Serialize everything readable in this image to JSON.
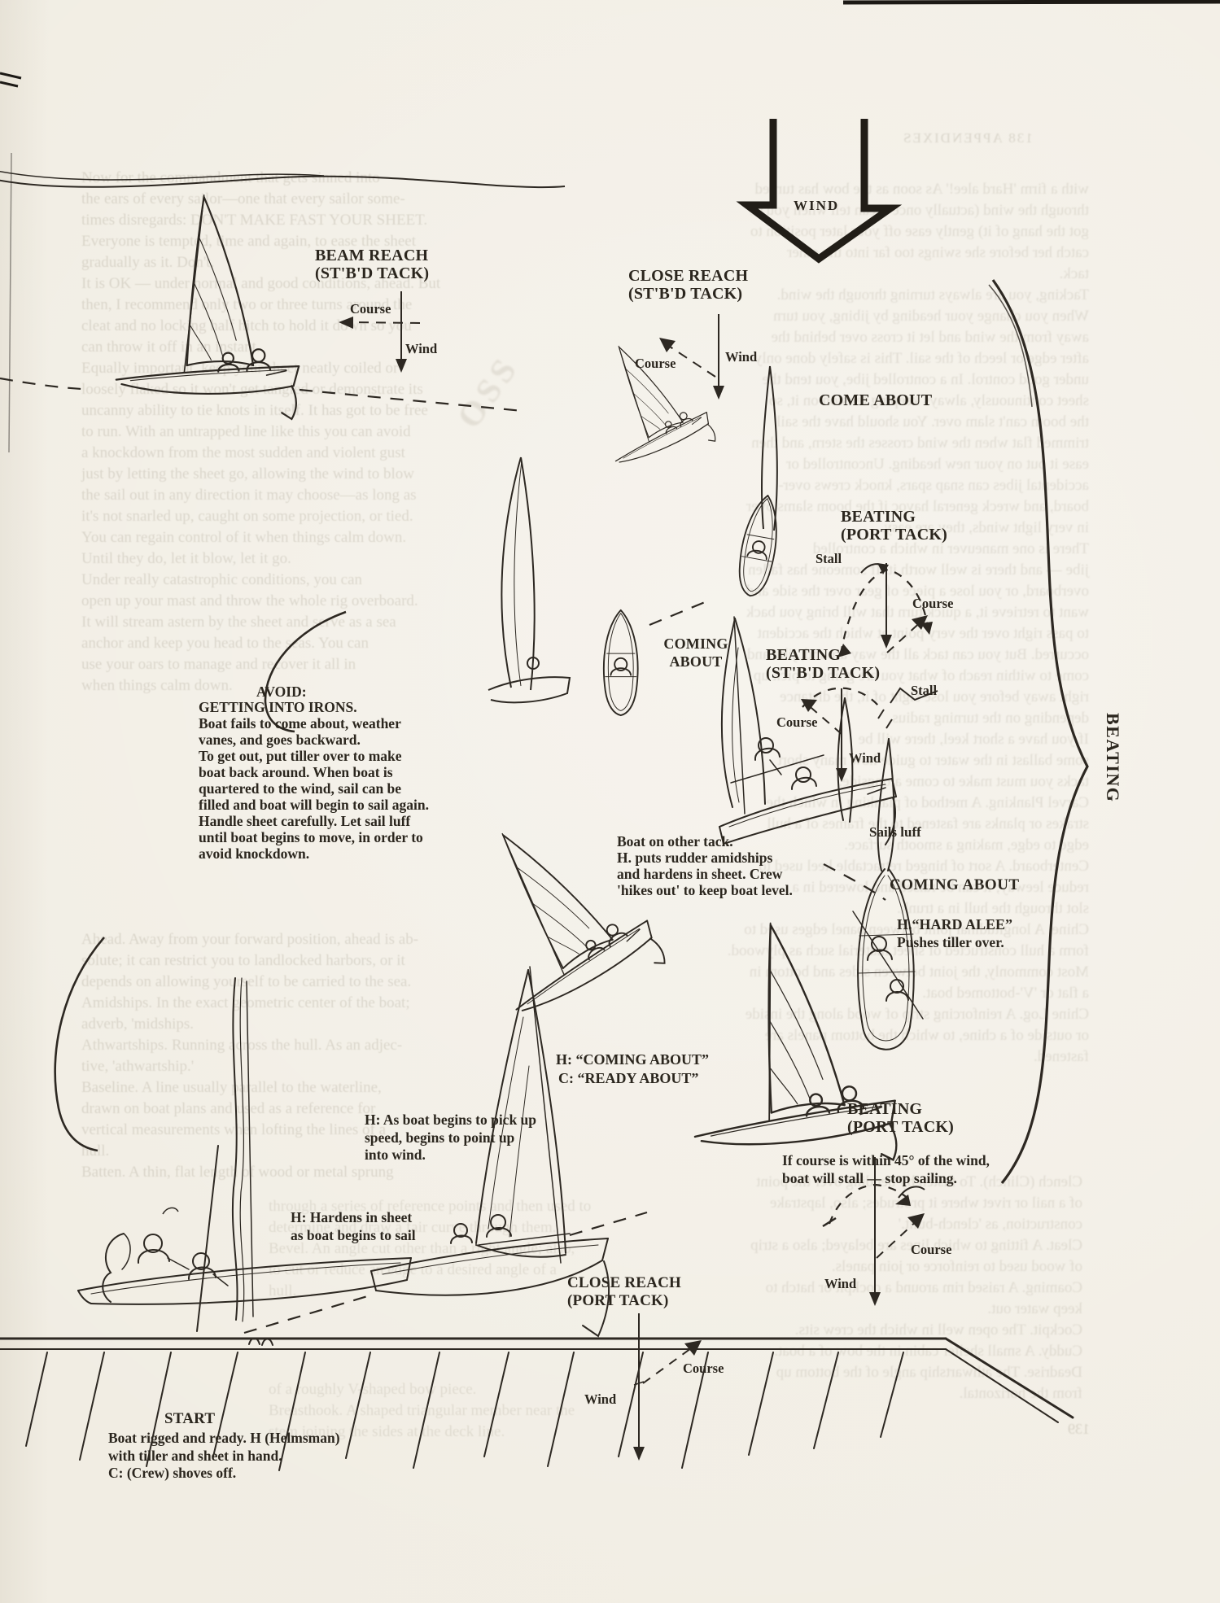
{
  "page": {
    "paper_color": "#f1ede3",
    "ink_color": "#2b261e"
  },
  "labels": {
    "wind_big": "WIND",
    "beam_reach_title": "BEAM REACH\n(ST'B'D TACK)",
    "beam_course": "Course",
    "beam_wind": "Wind",
    "close_reach_sb_title": "CLOSE REACH\n(ST'B'D TACK)",
    "crsb_course": "Course",
    "crsb_wind": "Wind",
    "come_about": "COME ABOUT",
    "beating_port_title": "BEATING\n(PORT TACK)",
    "bp_stall": "Stall",
    "bp_course": "Course",
    "beating_sb_title": "BEATING\n(ST'B'D TACK)",
    "bs_stall": "Stall",
    "bs_course": "Course",
    "bs_wind": "Wind",
    "coming_about_mid": "COMING\nABOUT",
    "avoid_title": "AVOID:",
    "avoid_block": "GETTING INTO IRONS.\nBoat fails to come about, weather\nvanes, and goes backward.\nTo get out, put tiller over to make\nboat back around. When boat is\nquartered to the wind, sail can be\nfilled and boat will begin to sail again.\nHandle sheet carefully. Let sail luff\nuntil boat begins to move, in order to\navoid knockdown.",
    "other_tack_block": "Boat on other tack.\nH. puts rudder amidships\nand hardens in sheet. Crew\n'hikes out' to keep boat level.",
    "sails_luff": "Sails luff",
    "coming_about_right": "COMING ABOUT",
    "hard_alee_l1": "H.“HARD ALEE”",
    "hard_alee_l2": "Pushes tiller over.",
    "hc_l1": "H: “COMING ABOUT”",
    "hc_l2": "C: “READY ABOUT”",
    "beating_port2_title": "BEATING\n(PORT TACK)",
    "stall_note": "If course is within 45° of the wind,\nboat will stall — stop sailing.",
    "bp2_course": "Course",
    "bp2_wind": "Wind",
    "pickup_block": "H: As boat begins to pick up\nspeed, begins to point up\ninto wind.",
    "hardens_block": "H: Hardens in sheet\nas boat begins to sail",
    "close_reach_port_title": "CLOSE REACH\n(PORT TACK)",
    "crp_course": "Course",
    "crp_wind": "Wind",
    "start_title": "START",
    "start_block": "Boat rigged and ready. H (Helmsman)\nwith tiller and sheet in hand.\nC: (Crew) shoves off.",
    "beating_vertical": "BEATING"
  },
  "bleed": {
    "header": "138   APPENDIXES",
    "page_number": "139",
    "diagonal": "OSS",
    "left_col_1": [
      "Now for the commandment that gets sinned into",
      "the ears of every sailor—one that every sailor some-",
      "times disregards: DON'T MAKE FAST YOUR SHEET.",
      "Everyone is tempted, time and again, to ease the sheet",
      "gradually as it. Don't.",
      "It is OK — under normal and good conditions, ahead. But",
      "then, I recommend only two or three turns around the",
      "cleat and no locking half hitch to hold it down so you",
      "can throw it off in an instant.",
      "Equally important, keep your sheet neatly coiled or",
      "loosely flaked so it won't get tangled or demonstrate its",
      "uncanny ability to tie knots in itself. It has got to be free",
      "to run. With an untrapped line like this you can avoid",
      "a knockdown from the most sudden and violent gust",
      "just by letting the sheet go, allowing the wind to blow",
      "the sail out in any direction it may choose—as long as",
      "it's not snarled up, caught on some projection, or tied.",
      "You can regain control of it when things calm down.",
      "Until they do, let it blow, let it go.",
      "Under really catastrophic conditions, you can",
      "open up your mast and throw the whole rig overboard.",
      "It will stream astern by the sheet and serve as a sea",
      "anchor and keep you head to the seas. You can",
      "use your oars to manage and recover it all in",
      "when things calm down."
    ],
    "left_col_2": [
      "Ahead. Away from your forward position, ahead is ab-",
      "solute; it can restrict you to landlocked harbors, or it",
      "depends on allowing yourself to be carried to the sea.",
      "Amidships. In the exact geometric center of the boat;",
      "adverb, 'midships.",
      "Athwartships. Running across the hull. As an adjec-",
      "tive, 'athwartship.'",
      "Baseline. A line usually parallel to the waterline,",
      "drawn on boat plans and used as a reference for",
      "vertical measurements when lofting the lines of a",
      "hull.",
      "Batten. A thin, flat length of wood or metal sprung"
    ],
    "left_col_3": [
      "through a series of reference points and then used to",
      "determine and draw a fair curve through them.",
      "Bevel. An angle cut other than a right angle; also,",
      "to cut or reduce an edge to a desired angle of a",
      "hull."
    ],
    "left_col_4": [
      "of a roughly V-shaped bow piece.",
      "Breasthook. A shaped triangular member near the",
      "stem joining the sides at the deck line."
    ],
    "right_col_1": [
      "with a firm 'Hard alee!' As soon as the bow has turned",
      "through the wind (actually once it can tell when you've",
      "got the hang of it) gently ease off your later position to",
      "catch her before she swings too far into the other",
      "tack.",
      "Tacking, you are always turning through the wind.",
      "When you change your heading by jibing, you turn",
      "away from the wind and let it cross over behind the",
      "after edge or leech of the sail. This is safely done only",
      "under good control. In a controlled jibe, you tend the",
      "sheet continuously, always keeping tension on it, so",
      "the boom can't slam over. You should have the sail",
      "trimmed flat when the wind crosses the stern, and then",
      "ease it out on your new heading. Uncontrolled or",
      "accidental jibes can snap spars, knock crews over-",
      "board, and wreck general havoc if the boom slams over",
      "in very light winds, they are easy.",
      "There is one maneuver in which a controlled",
      "jibe — and there is well worth it. If someone has fallen",
      "overboard, or you lose a piece of gear over the side and",
      "want to retrieve it, a quick turn that will bring you back",
      "to pass right over the very point at which the accident",
      "occurred. But you can tack all the way around, jibe and",
      "come to within reach of what you are going to pick up",
      "right away before you lose sight of it, the distance",
      "depending on the turning radius.",
      "If you have a short keel, there will be",
      "some ballast in the water to guide how many short",
      "tacks you must make to come alongside.",
      "Carvel Planking. A method of planking in which the",
      "strakes or planks are fastened to the frames of a hull",
      "edge to edge, making a smooth surface.",
      "Centerboard. A sort of hinged retractable keel used to",
      "reduce leeway; it can be raised and lowered in a",
      "slot through the hull in a trunk.",
      "Chine. A longitudinal joint between panel edges used to",
      "form a hull constructed of sheet material such as plywood.",
      "Most commonly, the joint between sides and bottom in",
      "a flat or 'V'-bottomed boat.",
      "Chine Log. A reinforcing strip of wood along the inside",
      "or outside of a chine, to which the bottom panels are",
      "fastened."
    ],
    "right_col_2": [
      "Clench (Clinch). To fasten by bending over the point",
      "of a nail or rivet where it protrudes; also, lapstrake",
      "construction, as 'clench-built.'",
      "Cleat. A fitting to which lines are belayed; also a strip",
      "of wood used to reinforce or join panels.",
      "Coaming. A raised rim around a cockpit or hatch to",
      "keep water out.",
      "Cockpit. The open well in which the crew sits.",
      "Cuddy. A small shelter cabin in the bow of a boat.",
      "Deadrise. The athwartship angle of the bottom up",
      "from the horizontal."
    ]
  }
}
